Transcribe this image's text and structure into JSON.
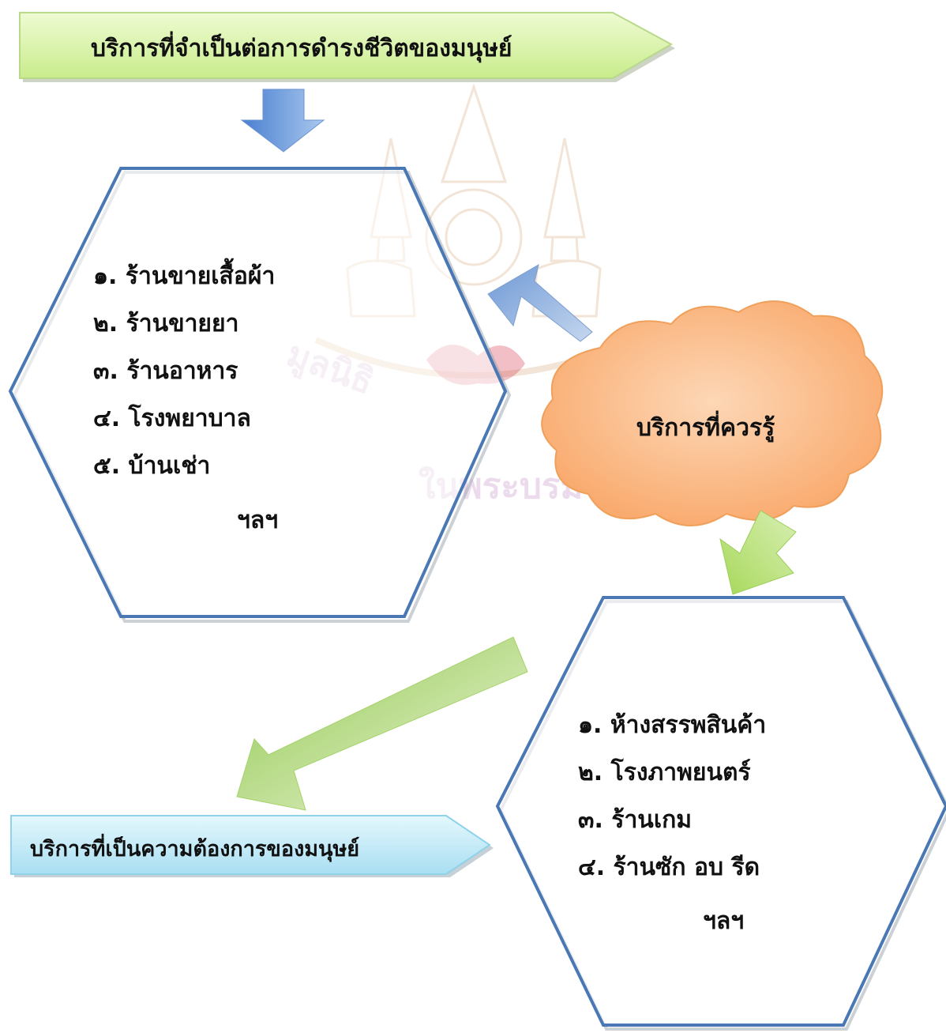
{
  "top_banner": {
    "label": "บริการที่จำเป็นต่อการดำรงชีวิตของมนุษย์"
  },
  "left_hexagon": {
    "items": [
      "๑. ร้านขายเสื้อผ้า",
      "๒. ร้านขายยา",
      "๓. ร้านอาหาร",
      "๔. โรงพยาบาล",
      "๕. บ้านเช่า"
    ],
    "etc": "ฯลฯ"
  },
  "cloud": {
    "label": "บริการที่ควรรู้"
  },
  "right_hexagon": {
    "items": [
      "๑. ห้างสรรพสินค้า",
      "๒. โรงภาพยนตร์",
      "๓. ร้านเกม",
      "๔. ร้านซัก อบ รีด"
    ],
    "etc": "ฯลฯ"
  },
  "bottom_banner": {
    "label": "บริการที่เป็นความต้องการของมนุษย์"
  },
  "colors": {
    "hexagon_stroke": "#4a78b5",
    "green_banner": "#d6f2a6",
    "blue_banner": "#bfe9f6",
    "cloud_fill": "#fbbf8e",
    "cloud_stroke": "#f2a056",
    "arrow_blue": "#5a8fd8",
    "arrow_green": "#a9d46a",
    "watermark": "#d9a06a"
  }
}
